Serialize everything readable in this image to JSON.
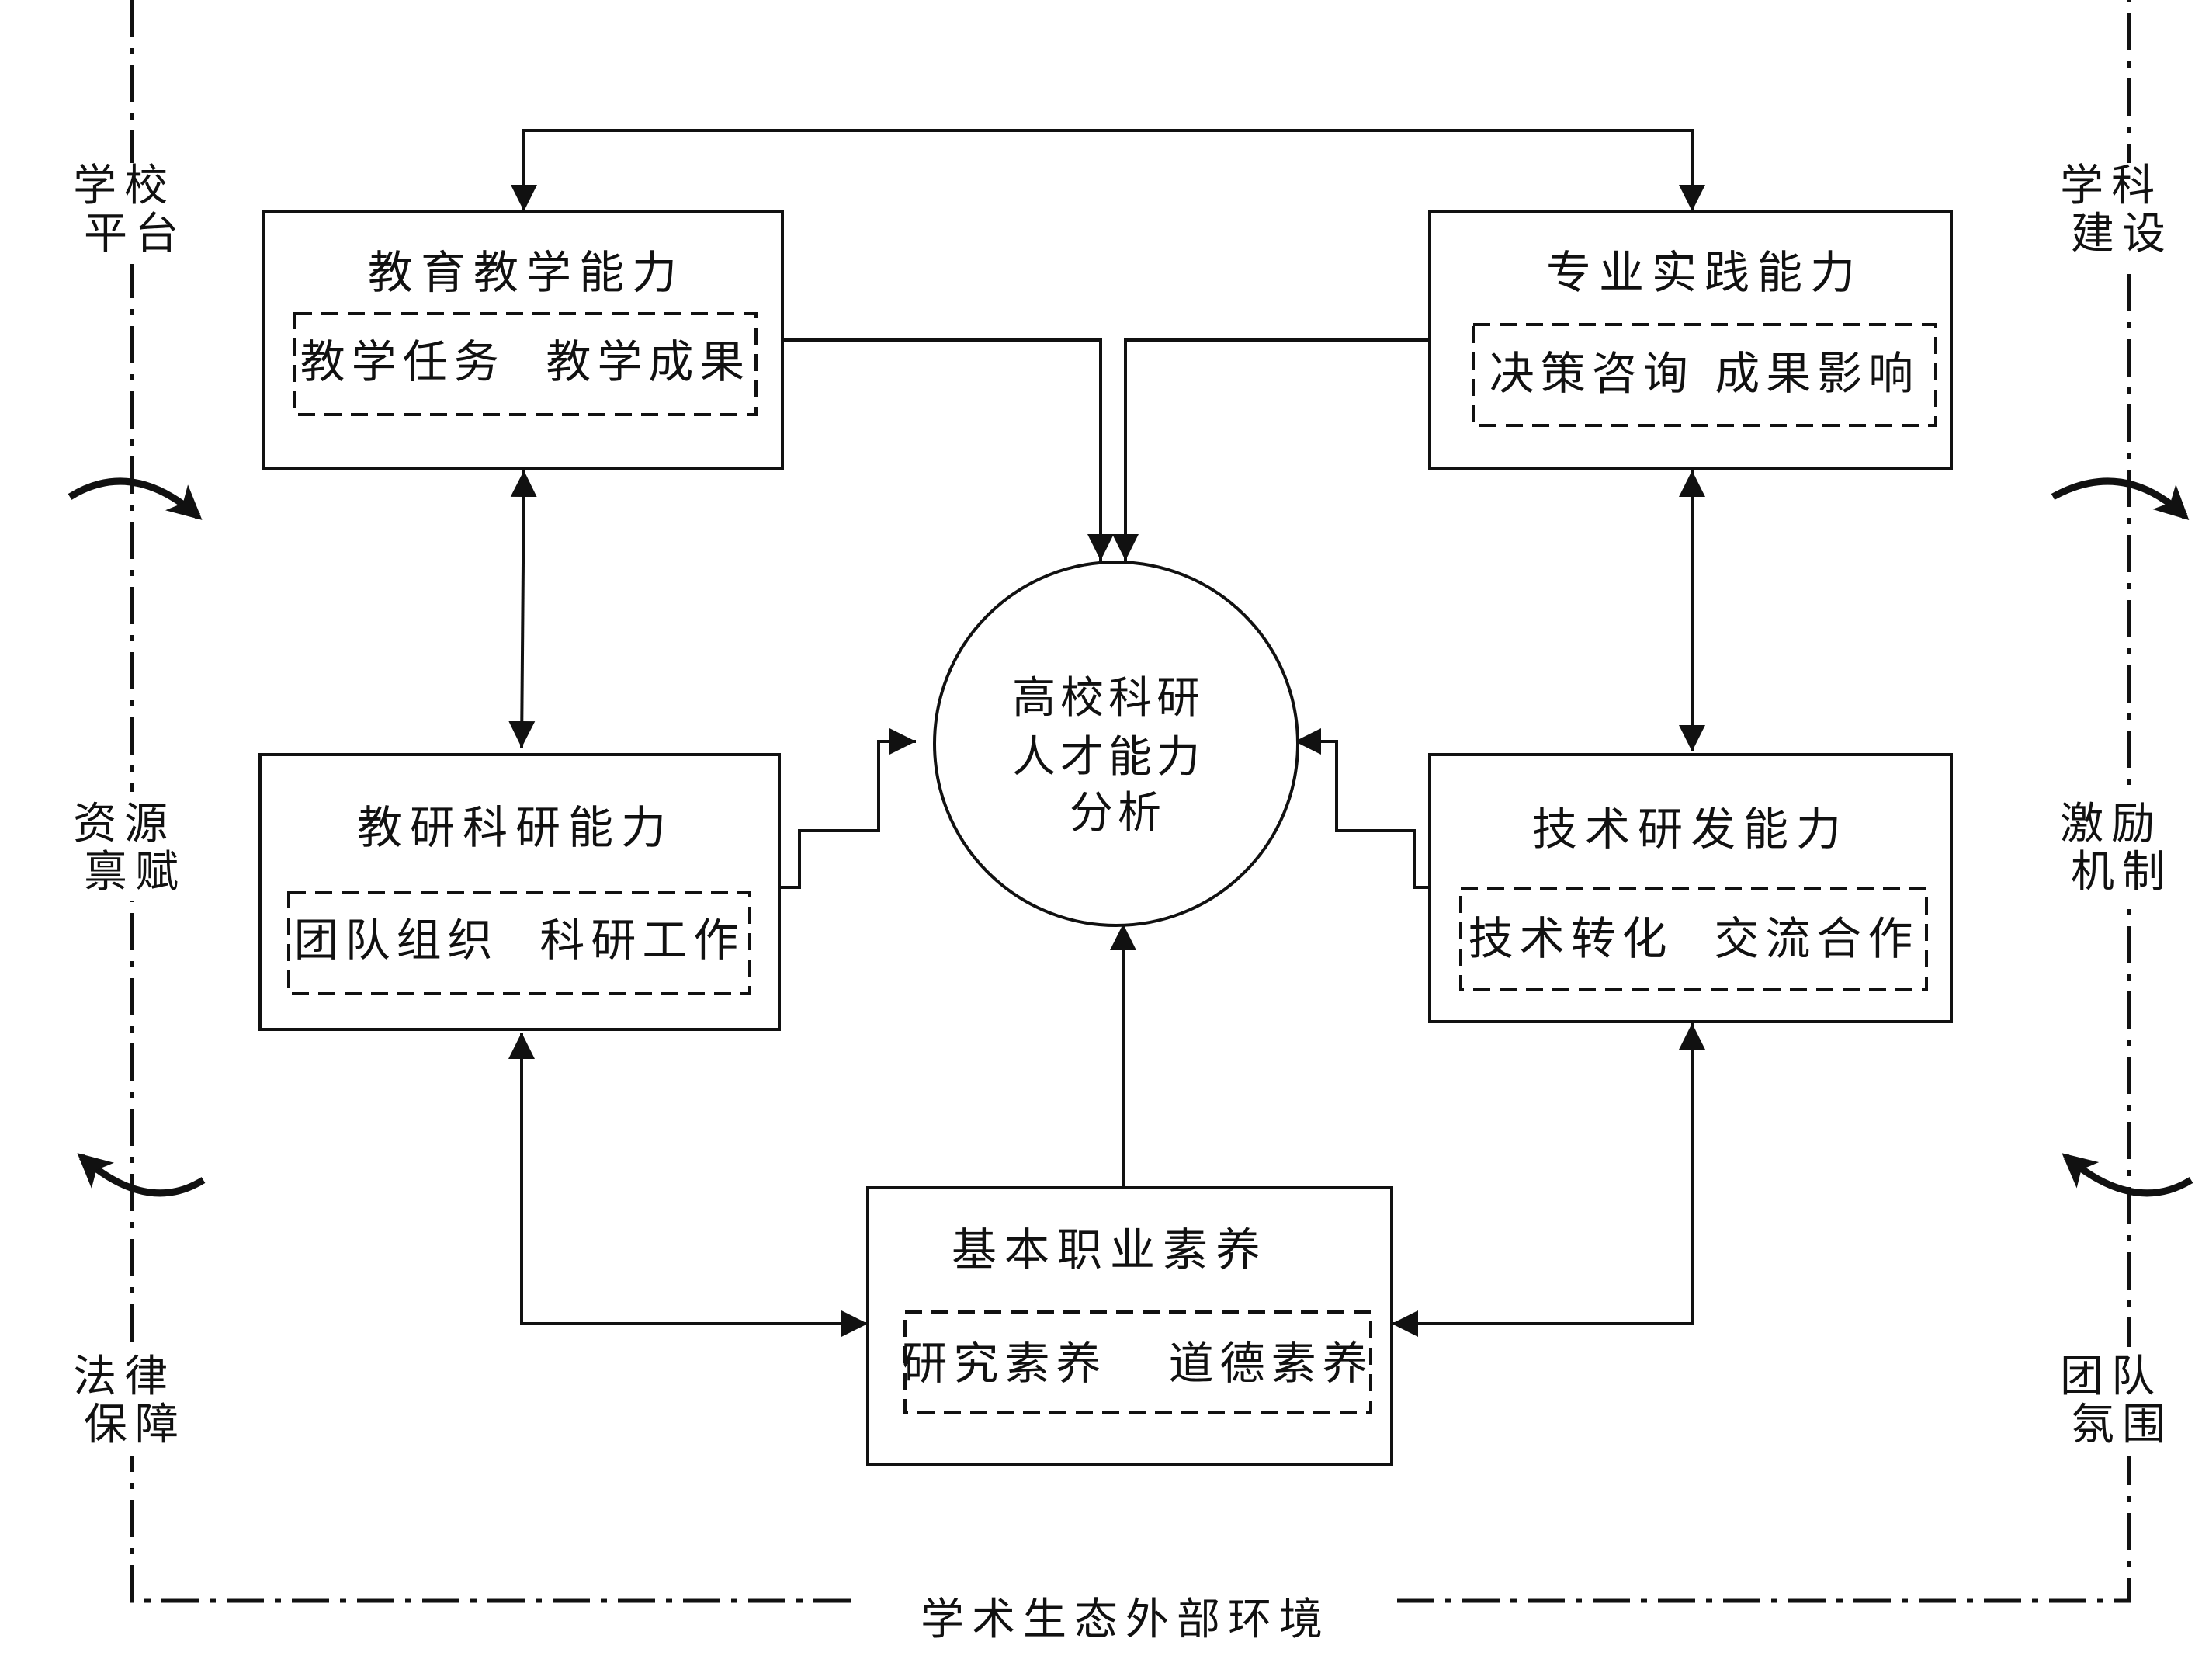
{
  "environment_label": "学术生态外部环境",
  "center": {
    "line1": "高校科研",
    "line2": "人才能力",
    "line3": "分析"
  },
  "boxes": {
    "teaching": {
      "title": "教育教学能力",
      "items": "教学任务  教学成果"
    },
    "practice": {
      "title": "专业实践能力",
      "items": "决策咨询 成果影响"
    },
    "research": {
      "title": "教研科研能力",
      "items": "团队组织  科研工作"
    },
    "tech": {
      "title": "技术研发能力",
      "items": "技术转化  交流合作"
    },
    "literacy": {
      "title": "基本职业素养",
      "items": "研究素养   道德素养"
    }
  },
  "side_left": [
    {
      "line1": "学校",
      "line2": "平台"
    },
    {
      "line1": "资源",
      "line2": "禀赋"
    },
    {
      "line1": "法律",
      "line2": "保障"
    }
  ],
  "side_right": [
    {
      "line1": "学科",
      "line2": "建设"
    },
    {
      "line1": "激励",
      "line2": "机制"
    },
    {
      "line1": "团队",
      "line2": "氛围"
    }
  ]
}
